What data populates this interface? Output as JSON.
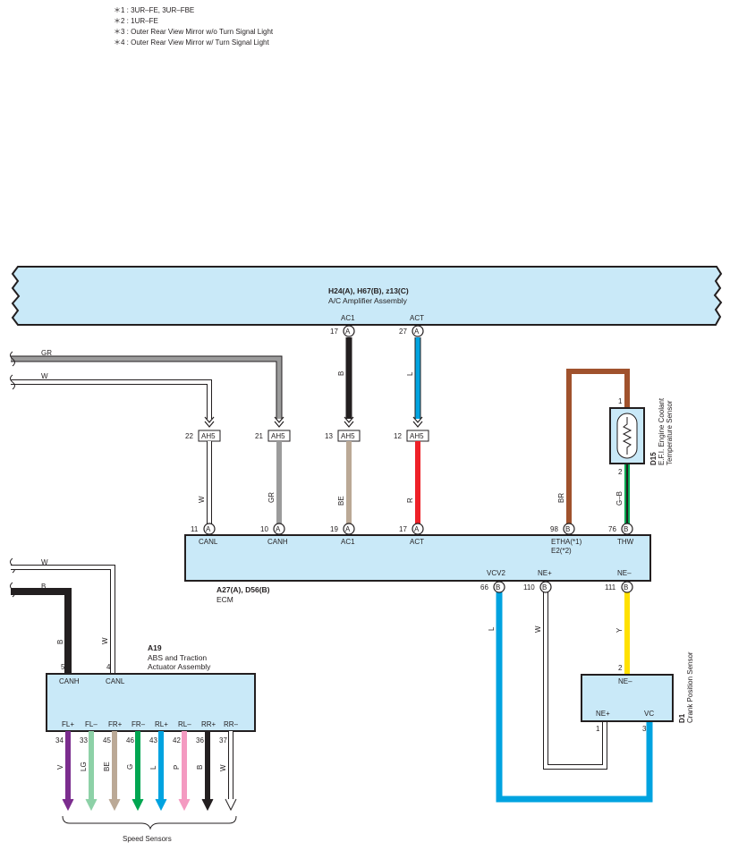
{
  "notes": [
    "＊1 : 3UR–FE,  3UR–FBE",
    "＊2 : 1UR–FE",
    "＊3 : Outer Rear View Mirror w/o Turn Signal Light",
    "＊4 : Outer Rear View Mirror w/ Turn Signal Light"
  ],
  "colors": {
    "box_fill": "#c9e9f8",
    "GR": "#9b9b9b",
    "B": "#231f20",
    "L": "#00a3e0",
    "BE": "#bba996",
    "R": "#ee2128",
    "BR": "#a0522d",
    "G": "#00a651",
    "Y": "#ffe100",
    "V": "#7b2d8e",
    "LG": "#8dd1a7",
    "P": "#f49ac1",
    "W": "#ffffff"
  },
  "ac_amp": {
    "code": "H24(A), H67(B), z13(C)",
    "name": "A/C Amplifier Assembly",
    "pins": [
      {
        "label": "AC1",
        "num": "17",
        "conn": "A",
        "wire": "B"
      },
      {
        "label": "ACT",
        "num": "27",
        "conn": "A",
        "wire": "L"
      }
    ]
  },
  "incoming": {
    "top": "GR",
    "bottom": "W"
  },
  "junction": {
    "name": "AH5",
    "pins": [
      "22",
      "21",
      "13",
      "12"
    ]
  },
  "ecm": {
    "code": "A27(A), D56(B)",
    "name": "ECM",
    "top_pins": [
      {
        "num": "11",
        "conn": "A",
        "label": "CANL",
        "wire": "W"
      },
      {
        "num": "10",
        "conn": "A",
        "label": "CANH",
        "wire": "GR"
      },
      {
        "num": "19",
        "conn": "A",
        "label": "AC1",
        "wire": "BE"
      },
      {
        "num": "17",
        "conn": "A",
        "label": "ACT",
        "wire": "R"
      },
      {
        "num": "98",
        "conn": "B",
        "label": "ETHA(*1)",
        "label2": "E2(*2)",
        "wire": "BR"
      },
      {
        "num": "76",
        "conn": "B",
        "label": "THW",
        "wire": "G–B"
      }
    ],
    "bottom_pins": [
      {
        "num": "66",
        "conn": "B",
        "label": "VCV2",
        "wire": "L"
      },
      {
        "num": "110",
        "conn": "B",
        "label": "NE+",
        "wire": "W"
      },
      {
        "num": "111",
        "conn": "B",
        "label": "NE–",
        "wire": "Y"
      }
    ]
  },
  "coolant_sensor": {
    "code": "D15",
    "name_line1": "E.F.I. Engine Coolant",
    "name_line2": "Temperature Sensor",
    "pin1": "1",
    "pin2": "2"
  },
  "crank_sensor": {
    "code": "D1",
    "name": "Crank Position Sensor",
    "pins": {
      "ne_minus": "NE–",
      "ne_plus": "NE+",
      "vc": "VC"
    },
    "nums": {
      "ne_minus": "2",
      "ne_plus": "1",
      "vc": "3"
    }
  },
  "abs": {
    "code": "A19",
    "name_line1": "ABS and Traction",
    "name_line2": "Actuator Assembly",
    "incoming": {
      "top": "W",
      "bottom": "B"
    },
    "top_pins": [
      {
        "num": "5",
        "label": "CANH",
        "wire": "B"
      },
      {
        "num": "4",
        "label": "CANL",
        "wire": "W"
      }
    ],
    "bottom_pins": [
      {
        "num": "34",
        "label": "FL+",
        "wire": "V"
      },
      {
        "num": "33",
        "label": "FL–",
        "wire": "LG"
      },
      {
        "num": "45",
        "label": "FR+",
        "wire": "BE"
      },
      {
        "num": "46",
        "label": "FR–",
        "wire": "G"
      },
      {
        "num": "43",
        "label": "RL+",
        "wire": "L"
      },
      {
        "num": "42",
        "label": "RL–",
        "wire": "P"
      },
      {
        "num": "36",
        "label": "RR+",
        "wire": "B"
      },
      {
        "num": "37",
        "label": "RR–",
        "wire": "W"
      }
    ],
    "caption": "Speed Sensors"
  }
}
